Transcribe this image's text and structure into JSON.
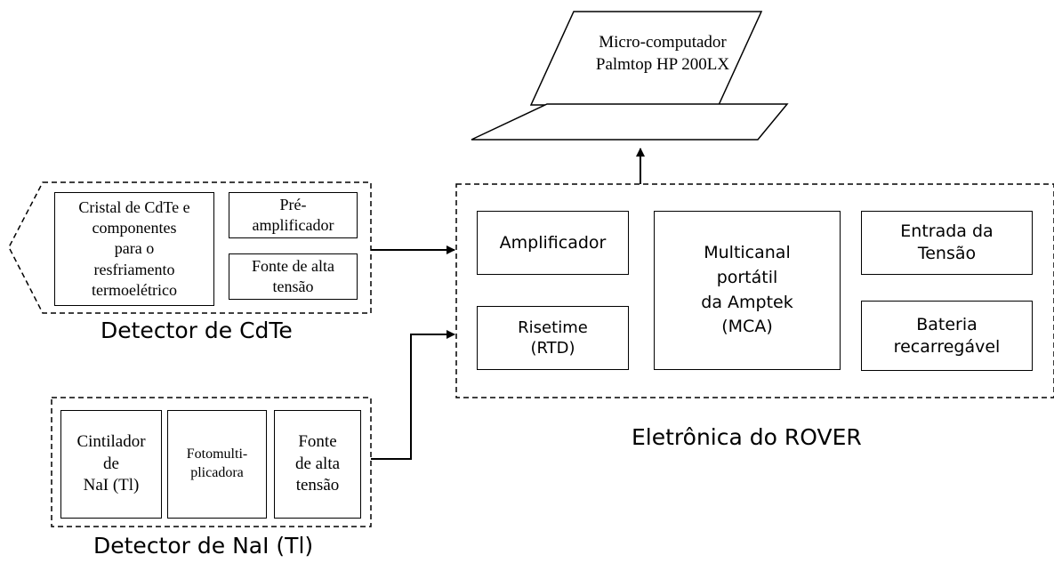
{
  "laptop": {
    "label": "Micro-computador\nPalmtop HP 200LX"
  },
  "cdte": {
    "caption": "Detector de CdTe",
    "crystal": "Cristal de CdTe e\ncomponentes\npara o\nresfriamento\ntermoelétrico",
    "preamp": "Pré-\namplificador",
    "hv": "Fonte de alta\ntensão"
  },
  "nai": {
    "caption": "Detector de NaI (Tl)",
    "scint": "Cintilador\nde\nNaI (Tl)",
    "pmt": "Fotomulti-\nplicadora",
    "hv": "Fonte\nde alta\ntensão"
  },
  "rover": {
    "caption": "Eletrônica do ROVER",
    "amp": "Amplificador",
    "rtd": "Risetime\n(RTD)",
    "mca": "Multicanal\nportátil\nda Amptek\n(MCA)",
    "input": "Entrada da\nTensão",
    "battery": "Bateria\nrecarregável"
  }
}
